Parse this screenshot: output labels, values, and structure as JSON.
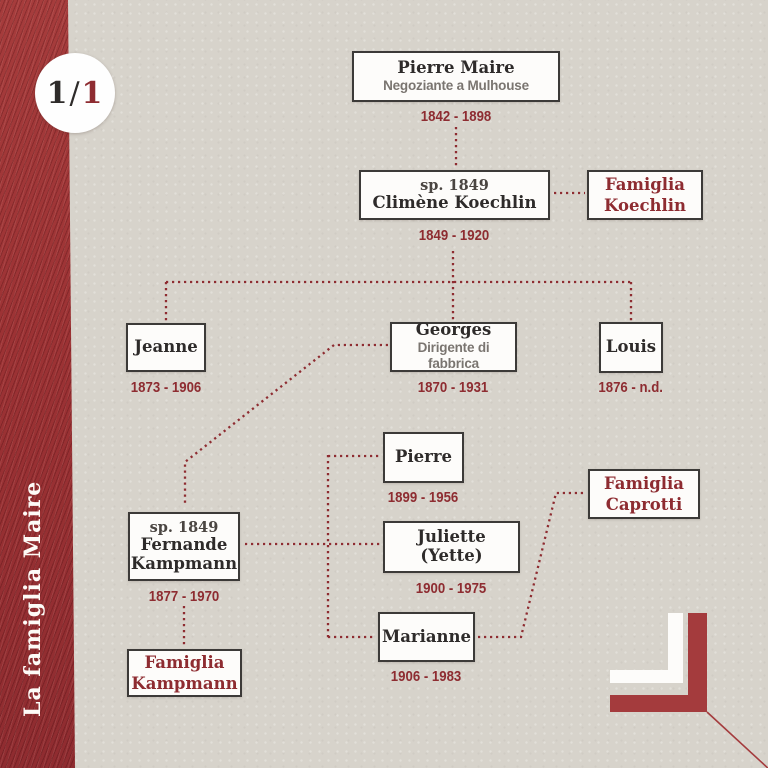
{
  "page": {
    "badge": {
      "current": "1",
      "separator": "/",
      "total": "1"
    },
    "sidebar_title": "La famiglia Maire"
  },
  "people": {
    "pierre_maire": {
      "name": "Pierre Maire",
      "role": "Negoziante a Mulhouse",
      "dates": "1842 - 1898"
    },
    "climene": {
      "prefix": "sp. 1849",
      "name": "Climène Koechlin",
      "dates": "1849 - 1920"
    },
    "jeanne": {
      "name": "Jeanne",
      "dates": "1873 - 1906"
    },
    "georges": {
      "name": "Georges",
      "role": "Dirigente di fabbrica",
      "dates": "1870 - 1931"
    },
    "louis": {
      "name": "Louis",
      "dates": "1876 - n.d."
    },
    "fernande": {
      "prefix": "sp. 1849",
      "name_line1": "Fernande",
      "name_line2": "Kampmann",
      "dates": "1877 - 1970"
    },
    "pierre_jr": {
      "name": "Pierre",
      "dates": "1899 - 1956"
    },
    "juliette": {
      "name": "Juliette (Yette)",
      "dates": "1900 - 1975"
    },
    "marianne": {
      "name": "Marianne",
      "dates": "1906 - 1983"
    }
  },
  "family_links": {
    "koechlin": {
      "line1": "Famiglia",
      "line2": "Koechlin"
    },
    "kampmann": {
      "line1": "Famiglia",
      "line2": "Kampmann"
    },
    "caprotti": {
      "line1": "Famiglia",
      "line2": "Caprotti"
    }
  },
  "colors": {
    "accent_red": "#8e2c31",
    "band_red": "#9c3234",
    "box_border": "#3c3a38",
    "background": "#d7d3cb"
  }
}
